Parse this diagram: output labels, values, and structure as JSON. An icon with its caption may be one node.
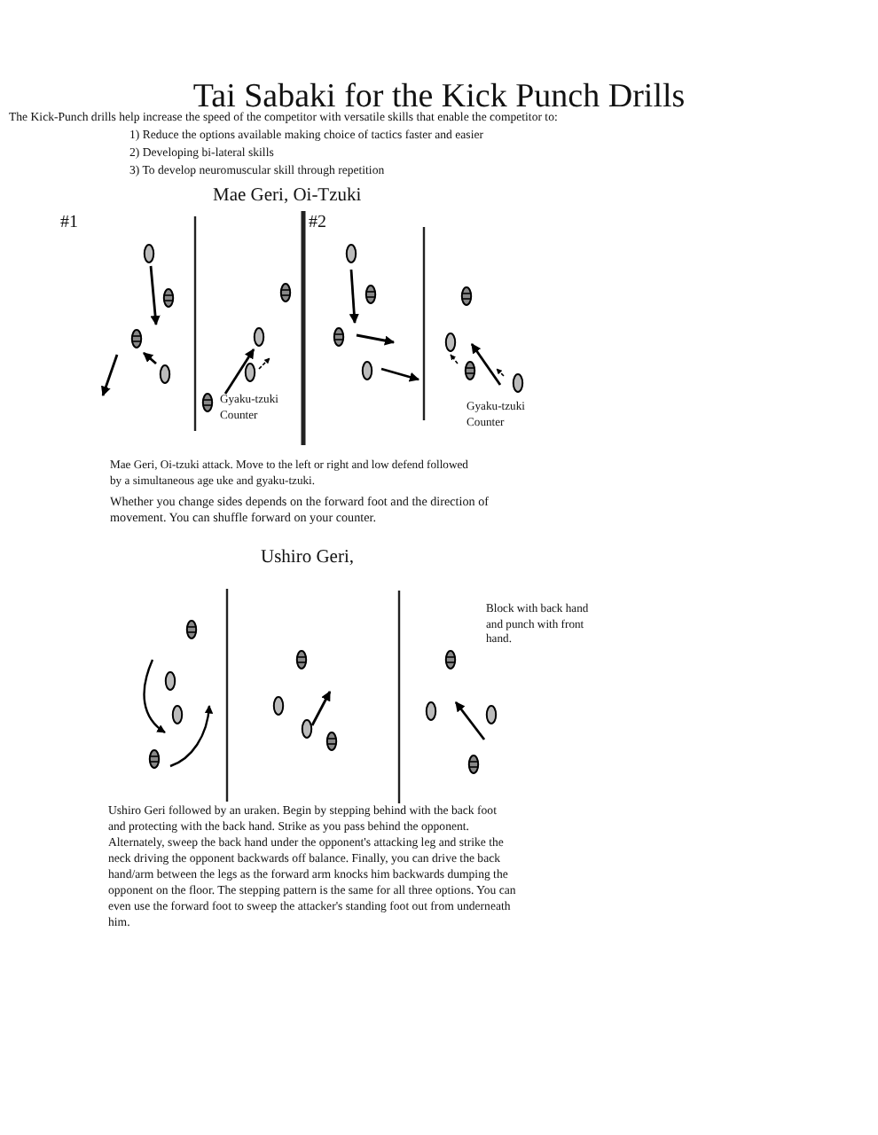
{
  "diagram": {
    "title": "Tai Sabaki for the Kick Punch Drills",
    "labels": [
      "The Kick-Punch drills help increase the speed of the competitor with versatile skills that enable the competitor to:",
      "1) Reduce the options available making choice of tactics faster and easier",
      "2) Developing bi-lateral skills",
      "3) To develop neuromuscular skill through repetition",
      "Mae Geri, Oi-Tzuki",
      "#1",
      "#2",
      "Gyaku-tzuki Counter",
      "Gyaku-tzuki Counter",
      "Mae Geri, Oi-tzuki attack. Move to the left or right and low defend followed by a simultaneous age uke and gyaku-tzuki.",
      "Whether you change sides depends on the forward foot and the direction of movement. You can shuffle forward on your counter.",
      "Ushiro Geri,",
      "Block with back hand and punch with front hand.",
      "Ushiro Geri followed by an uraken. Begin by stepping behind with the back foot and protecting with the back hand. Strike as you pass behind the opponent. Alternately, sweep the back hand under the opponent's attacking leg and strike the neck driving the opponent backwards off balance. Finally, you can drive the back hand/arm between the legs as the forward arm knocks him backwards dumping the opponent on the floor.  The stepping pattern is the same for all three options. You can even use the forward foot to sweep the attacker's standing foot out from underneath him."
    ]
  }
}
